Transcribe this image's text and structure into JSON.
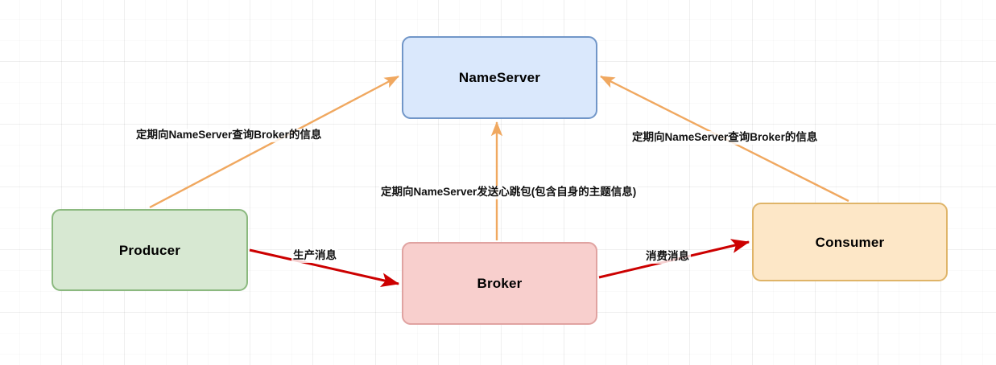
{
  "diagram": {
    "title": "RocketMQ architecture flow",
    "nodes": [
      {
        "id": "nameserver",
        "label": "NameServer",
        "fill": "#dae8fc",
        "stroke": "#7196c8"
      },
      {
        "id": "producer",
        "label": "Producer",
        "fill": "#d7e8d2",
        "stroke": "#8bb97f"
      },
      {
        "id": "broker",
        "label": "Broker",
        "fill": "#f8cfcd",
        "stroke": "#e0a3a1"
      },
      {
        "id": "consumer",
        "label": "Consumer",
        "fill": "#fde7c7",
        "stroke": "#dfb468"
      }
    ],
    "edges": [
      {
        "id": "producer-to-nameserver",
        "from": "Producer",
        "to": "NameServer",
        "label": "定期向NameServer查询Broker的信息",
        "color": "#f0a860"
      },
      {
        "id": "broker-to-nameserver",
        "from": "Broker",
        "to": "NameServer",
        "label": "定期向NameServer发送心跳包(包含自身的主题信息)",
        "color": "#f0a860"
      },
      {
        "id": "consumer-to-nameserver",
        "from": "Consumer",
        "to": "NameServer",
        "label": "定期向NameServer查询Broker的信息",
        "color": "#f0a860"
      },
      {
        "id": "producer-to-broker",
        "from": "Producer",
        "to": "Broker",
        "label": "生产消息",
        "color": "#cc0000"
      },
      {
        "id": "broker-to-consumer",
        "from": "Broker",
        "to": "Consumer",
        "label": "消费消息",
        "color": "#cc0000"
      }
    ]
  }
}
